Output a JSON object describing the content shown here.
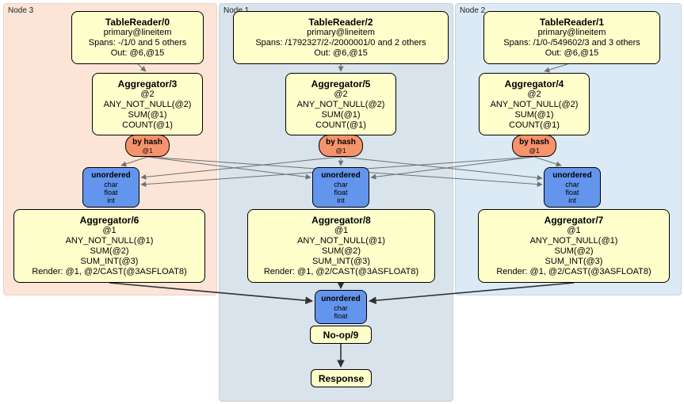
{
  "colors": {
    "processor_box": "#ffffcc",
    "hash_router": "#f5936c",
    "sync_box": "#6495ed",
    "node3_bg": "#fce4d7",
    "node1_bg": "#d8e3ec",
    "node2_bg": "#dbeaf4",
    "edge": "#707070",
    "edge_dark": "#2f2f2f"
  },
  "regions": {
    "node3": {
      "label": "Node 3"
    },
    "node1": {
      "label": "Node 1"
    },
    "node2": {
      "label": "Node 2"
    }
  },
  "nodes": {
    "tr0": {
      "title": "TableReader/0",
      "rows": [
        "primary@lineitem",
        "Spans: -/1/0 and 5 others",
        "Out: @6,@15"
      ]
    },
    "tr2": {
      "title": "TableReader/2",
      "rows": [
        "primary@lineitem",
        "Spans: /1792327/2-/2000001/0 and 2 others",
        "Out: @6,@15"
      ]
    },
    "tr1": {
      "title": "TableReader/1",
      "rows": [
        "primary@lineitem",
        "Spans: /1/0-/549602/3 and 3 others",
        "Out: @6,@15"
      ]
    },
    "agg3": {
      "title": "Aggregator/3",
      "rows": [
        "@2",
        "ANY_NOT_NULL(@2)",
        "SUM(@1)",
        "COUNT(@1)"
      ]
    },
    "agg5": {
      "title": "Aggregator/5",
      "rows": [
        "@2",
        "ANY_NOT_NULL(@2)",
        "SUM(@1)",
        "COUNT(@1)"
      ]
    },
    "agg4": {
      "title": "Aggregator/4",
      "rows": [
        "@2",
        "ANY_NOT_NULL(@2)",
        "SUM(@1)",
        "COUNT(@1)"
      ]
    },
    "hash3": {
      "title": "by hash",
      "rows": [
        "@1"
      ]
    },
    "hash5": {
      "title": "by hash",
      "rows": [
        "@1"
      ]
    },
    "hash4": {
      "title": "by hash",
      "rows": [
        "@1"
      ]
    },
    "sync3": {
      "title": "unordered",
      "rows": [
        "char",
        "float",
        "int"
      ]
    },
    "sync1": {
      "title": "unordered",
      "rows": [
        "char",
        "float",
        "int"
      ]
    },
    "sync2": {
      "title": "unordered",
      "rows": [
        "char",
        "float",
        "int"
      ]
    },
    "agg6": {
      "title": "Aggregator/6",
      "rows": [
        "@1",
        "ANY_NOT_NULL(@1)",
        "SUM(@2)",
        "SUM_INT(@3)",
        "Render: @1, @2/CAST(@3ASFLOAT8)"
      ]
    },
    "agg8": {
      "title": "Aggregator/8",
      "rows": [
        "@1",
        "ANY_NOT_NULL(@1)",
        "SUM(@2)",
        "SUM_INT(@3)",
        "Render: @1, @2/CAST(@3ASFLOAT8)"
      ]
    },
    "agg7": {
      "title": "Aggregator/7",
      "rows": [
        "@1",
        "ANY_NOT_NULL(@1)",
        "SUM(@2)",
        "SUM_INT(@3)",
        "Render: @1, @2/CAST(@3ASFLOAT8)"
      ]
    },
    "syncFinal": {
      "title": "unordered",
      "rows": [
        "char",
        "float"
      ]
    },
    "noop": {
      "title": "No-op/9"
    },
    "response": {
      "title": "Response"
    }
  }
}
